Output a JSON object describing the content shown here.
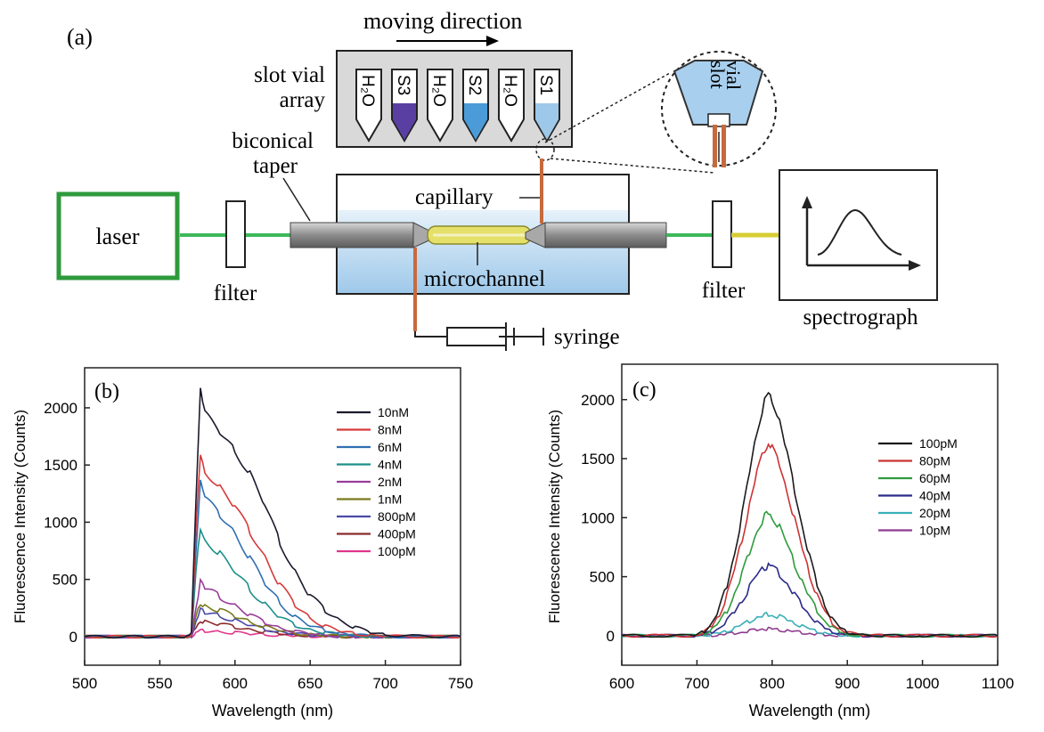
{
  "panel_a": {
    "label": "(a)",
    "moving_direction": "moving direction",
    "slot_vial_array": [
      "slot vial",
      "array"
    ],
    "biconical_taper": [
      "biconical",
      "taper"
    ],
    "vials": [
      "H₂O",
      "S3",
      "H₂O",
      "S2",
      "H₂O",
      "S1"
    ],
    "vial_fill_colors": [
      "#ffffff",
      "#5a3fa3",
      "#ffffff",
      "#4a9bd8",
      "#ffffff",
      "#9dc8ea"
    ],
    "inset_text": [
      "slot",
      "vial"
    ],
    "laser": "laser",
    "filter_left": "filter",
    "filter_right": "filter",
    "capillary": "capillary",
    "microchannel": "microchannel",
    "syringe": "syringe",
    "spectrograph": "spectrograph",
    "colors": {
      "laser_box": "#2e9a3c",
      "tank": "#bfdcf0",
      "beam_green": "#3db85a",
      "beam_yellow": "#d6cd33",
      "capillary": "#c66a3e"
    }
  },
  "chart_data": [
    {
      "type": "line",
      "label": "(b)",
      "xlabel": "Wavelength (nm)",
      "ylabel": "Fluorescence Intensity (Counts)",
      "xlim": [
        500,
        750
      ],
      "ylim": [
        -250,
        2350
      ],
      "xticks": [
        500,
        550,
        600,
        650,
        700,
        750
      ],
      "yticks": [
        0,
        500,
        1000,
        1500,
        2000
      ],
      "legend_position": "top-right",
      "x": [
        500,
        540,
        568,
        571,
        574,
        577,
        580,
        590,
        600,
        610,
        620,
        630,
        640,
        650,
        660,
        670,
        680,
        690,
        700,
        720,
        750
      ],
      "series": [
        {
          "name": "10nM",
          "color": "#1a1a2e",
          "values": [
            0,
            0,
            0,
            20,
            1200,
            2170,
            1950,
            1790,
            1620,
            1420,
            1150,
            820,
            560,
            360,
            230,
            140,
            80,
            40,
            15,
            5,
            0
          ]
        },
        {
          "name": "8nM",
          "color": "#d83a3a",
          "values": [
            0,
            0,
            0,
            15,
            900,
            1600,
            1450,
            1300,
            1140,
            920,
            690,
            450,
            280,
            160,
            90,
            50,
            25,
            10,
            5,
            0,
            0
          ]
        },
        {
          "name": "6nM",
          "color": "#2f6fb3",
          "values": [
            0,
            0,
            0,
            12,
            760,
            1350,
            1210,
            1070,
            900,
            680,
            470,
            290,
            170,
            95,
            55,
            30,
            15,
            5,
            0,
            0,
            0
          ]
        },
        {
          "name": "4nM",
          "color": "#1d8f8a",
          "values": [
            0,
            0,
            0,
            10,
            540,
            960,
            850,
            720,
            570,
            410,
            280,
            170,
            100,
            60,
            35,
            20,
            10,
            5,
            0,
            0,
            0
          ]
        },
        {
          "name": "2nM",
          "color": "#9a3d9a",
          "values": [
            0,
            0,
            0,
            8,
            260,
            470,
            420,
            350,
            270,
            190,
            125,
            75,
            45,
            25,
            15,
            8,
            4,
            0,
            0,
            0,
            0
          ]
        },
        {
          "name": "1nM",
          "color": "#7a7a1e",
          "values": [
            0,
            0,
            0,
            6,
            170,
            300,
            270,
            230,
            180,
            130,
            85,
            55,
            30,
            18,
            10,
            5,
            0,
            0,
            0,
            0,
            0
          ]
        },
        {
          "name": "800pM",
          "color": "#4a4aa8",
          "values": [
            0,
            0,
            0,
            5,
            130,
            230,
            210,
            180,
            140,
            100,
            65,
            40,
            25,
            15,
            8,
            4,
            0,
            0,
            0,
            0,
            0
          ]
        },
        {
          "name": "400pM",
          "color": "#8b2c2c",
          "values": [
            0,
            0,
            0,
            4,
            80,
            140,
            128,
            110,
            85,
            62,
            42,
            26,
            16,
            9,
            5,
            0,
            0,
            0,
            0,
            0,
            0
          ]
        },
        {
          "name": "100pM",
          "color": "#e0368a",
          "values": [
            0,
            0,
            0,
            3,
            30,
            55,
            50,
            42,
            34,
            25,
            18,
            12,
            7,
            4,
            2,
            0,
            0,
            0,
            0,
            0,
            0
          ]
        }
      ]
    },
    {
      "type": "line",
      "label": "(c)",
      "xlabel": "Wavelength (nm)",
      "ylabel": "Fluorescence Intensity (Counts)",
      "xlim": [
        600,
        1100
      ],
      "ylim": [
        -250,
        2300
      ],
      "xticks": [
        600,
        700,
        800,
        900,
        1000,
        1100
      ],
      "yticks": [
        0,
        500,
        1000,
        1500,
        2000
      ],
      "legend_position": "right",
      "x": [
        600,
        650,
        690,
        700,
        710,
        720,
        730,
        740,
        750,
        760,
        770,
        780,
        790,
        795,
        800,
        810,
        820,
        830,
        840,
        850,
        860,
        870,
        880,
        890,
        900,
        920,
        950,
        1000,
        1050,
        1100
      ],
      "series": [
        {
          "name": "100pM",
          "color": "#1a1a1a",
          "values": [
            0,
            0,
            0,
            5,
            40,
            110,
            230,
            430,
            700,
            1020,
            1390,
            1740,
            1990,
            2050,
            2000,
            1820,
            1540,
            1230,
            930,
            660,
            430,
            260,
            140,
            70,
            30,
            8,
            0,
            0,
            0,
            0
          ]
        },
        {
          "name": "80pM",
          "color": "#cc3333",
          "values": [
            0,
            0,
            0,
            4,
            30,
            85,
            180,
            340,
            560,
            820,
            1110,
            1390,
            1580,
            1620,
            1590,
            1450,
            1220,
            980,
            740,
            520,
            340,
            205,
            110,
            55,
            25,
            6,
            0,
            0,
            0,
            0
          ]
        },
        {
          "name": "60pM",
          "color": "#2e9a3c",
          "values": [
            0,
            0,
            0,
            3,
            20,
            55,
            115,
            215,
            355,
            520,
            710,
            890,
            1010,
            1040,
            1010,
            920,
            770,
            610,
            460,
            320,
            210,
            125,
            68,
            35,
            15,
            4,
            0,
            0,
            0,
            0
          ]
        },
        {
          "name": "40pM",
          "color": "#2a2a8a",
          "values": [
            0,
            0,
            0,
            2,
            12,
            33,
            68,
            125,
            205,
            300,
            410,
            515,
            580,
            595,
            580,
            525,
            440,
            345,
            255,
            175,
            110,
            65,
            35,
            18,
            8,
            2,
            0,
            0,
            0,
            0
          ]
        },
        {
          "name": "20pM",
          "color": "#3ab0b8",
          "values": [
            0,
            0,
            0,
            1,
            4,
            11,
            22,
            40,
            64,
            92,
            125,
            155,
            175,
            180,
            175,
            160,
            135,
            108,
            80,
            56,
            36,
            22,
            12,
            6,
            3,
            0,
            0,
            0,
            0,
            0
          ]
        },
        {
          "name": "10pM",
          "color": "#8e3c8e",
          "values": [
            0,
            0,
            0,
            0,
            2,
            4,
            8,
            14,
            22,
            30,
            40,
            50,
            56,
            58,
            56,
            50,
            42,
            34,
            26,
            18,
            12,
            7,
            4,
            2,
            1,
            0,
            0,
            0,
            0,
            0
          ]
        }
      ]
    }
  ]
}
